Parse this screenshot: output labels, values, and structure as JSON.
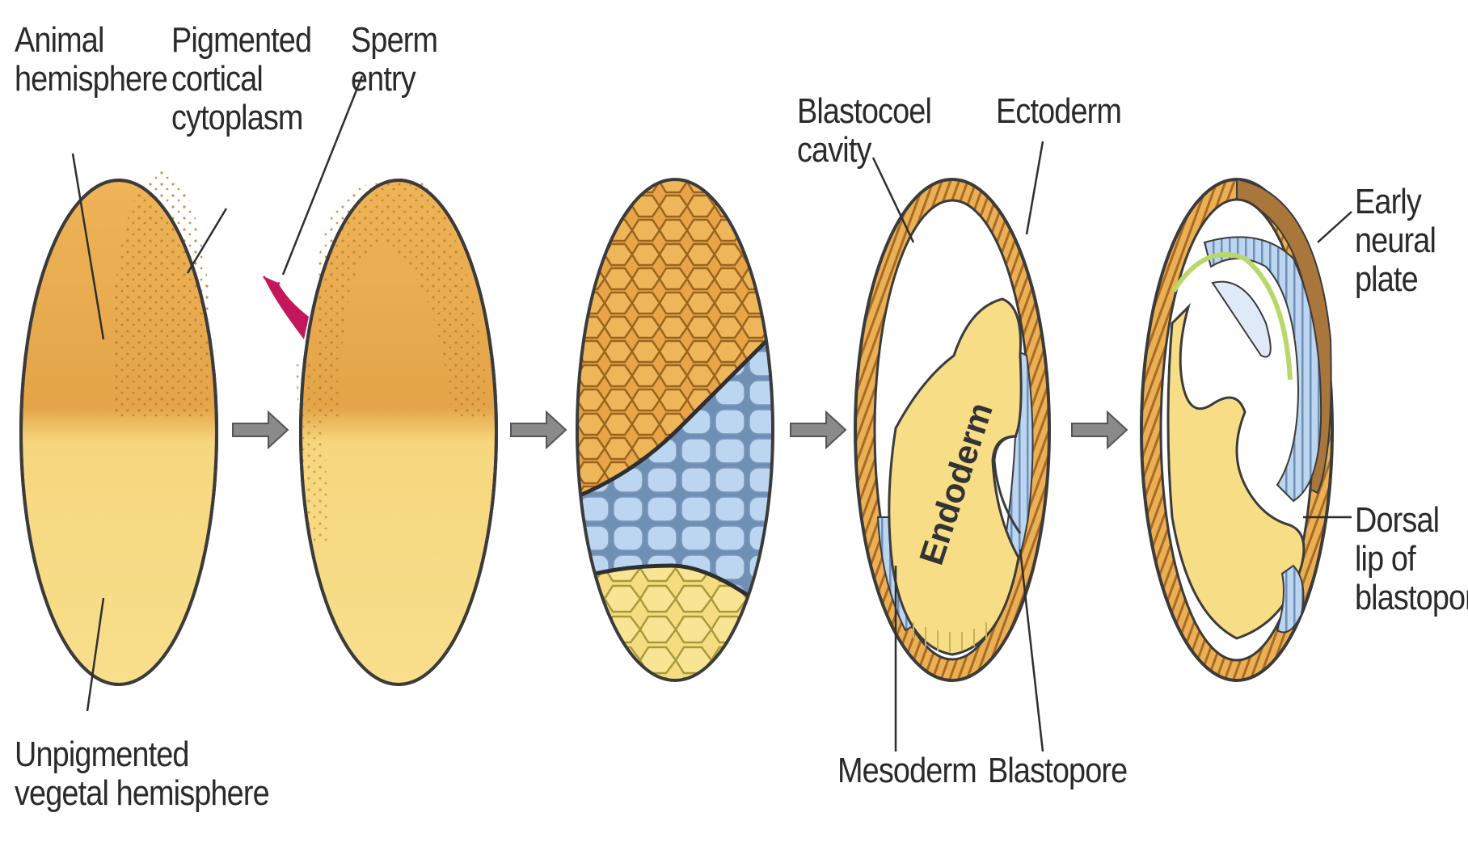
{
  "labels": {
    "animal_hemisphere": [
      "Animal",
      "hemisphere"
    ],
    "pigmented_cortical_cytoplasm": [
      "Pigmented",
      "cortical",
      "cytoplasm"
    ],
    "sperm_entry": [
      "Sperm",
      "entry"
    ],
    "unpigmented_vegetal_hemisphere": [
      "Unpigmented",
      "vegetal hemisphere"
    ],
    "blastocoel_cavity": [
      "Blastocoel",
      "cavity"
    ],
    "ectoderm": "Ectoderm",
    "endoderm": "Endoderm",
    "mesoderm": "Mesoderm",
    "blastopore": "Blastopore",
    "early_neural_plate": [
      "Early",
      "neural",
      "plate"
    ],
    "dorsal_lip_of_blastopore": [
      "Dorsal",
      "lip of",
      "blastopore"
    ]
  },
  "colors": {
    "animal_orange": "#e9a84a",
    "yolk_yellow": "#f7dd86",
    "mesoderm_blue": "#b9d3ef",
    "outline": "#3b3b3b",
    "sperm_magenta": "#c2185b",
    "arrow_gray": "#8a8a8a"
  }
}
